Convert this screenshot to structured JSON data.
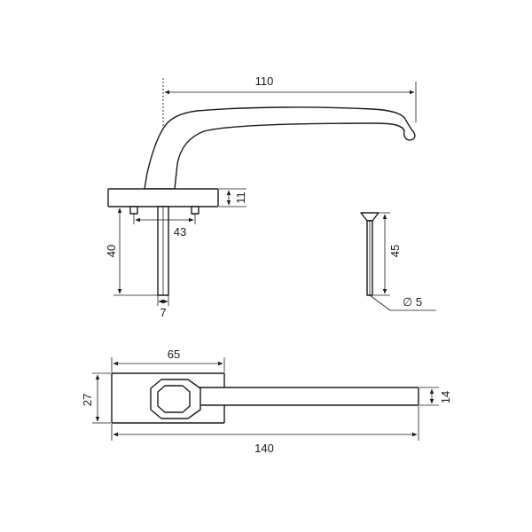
{
  "dimensions": {
    "handle_reach": "110",
    "rose_height": "11",
    "screw_spacing": "43",
    "spindle_length": "40",
    "spindle_width": "7",
    "screw_length": "45",
    "screw_diameter": "∅ 5",
    "rose_width": "65",
    "rose_depth": "27",
    "total_length": "140",
    "lever_width": "14"
  }
}
